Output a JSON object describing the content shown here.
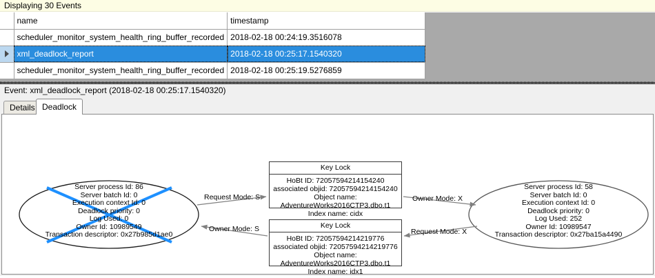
{
  "banner": {
    "text": "Displaying 30 Events"
  },
  "grid": {
    "columns": [
      "",
      "name",
      "timestamp"
    ],
    "rows": [
      {
        "selector": "",
        "name": "scheduler_monitor_system_health_ring_buffer_recorded",
        "timestamp": "2018-02-18 00:24:19.3516078",
        "selected": false
      },
      {
        "selector": "row-selector-arrow",
        "name": "xml_deadlock_report",
        "timestamp": "2018-02-18 00:25:17.1540320",
        "selected": true
      },
      {
        "selector": "",
        "name": "scheduler_monitor_system_health_ring_buffer_recorded",
        "timestamp": "2018-02-18 00:25:19.5276859",
        "selected": false
      }
    ]
  },
  "detail": {
    "event_title": "Event: xml_deadlock_report (2018-02-18 00:25:17.1540320)",
    "tabs": [
      {
        "label": "Details",
        "active": false
      },
      {
        "label": "Deadlock",
        "active": true
      }
    ]
  },
  "deadlock_graph": {
    "process_left": {
      "lines": [
        "Server process Id: 86",
        "Server batch Id: 0",
        "Execution context Id: 0",
        "Deadlock priority: 0",
        "Log Used: 0",
        "Owner Id: 10989549",
        "Transaction descriptor: 0x27b985d1ae0"
      ],
      "is_victim": true,
      "victim_cross_color": "#1e90ff"
    },
    "process_right": {
      "lines": [
        "Server process Id: 58",
        "Server batch Id: 0",
        "Execution context Id: 0",
        "Deadlock priority: 0",
        "Log Used: 252",
        "Owner Id: 10989547",
        "Transaction descriptor: 0x27ba15a4490"
      ],
      "is_victim": false
    },
    "lock_top": {
      "title": "Key Lock",
      "lines": [
        "HoBt ID: 72057594214154240",
        "associated objid: 72057594214154240",
        "Object name: AdventureWorks2016CTP3.dbo.t1",
        "Index name: cidx"
      ]
    },
    "lock_bottom": {
      "title": "Key Lock",
      "lines": [
        "HoBt ID: 72057594214219776",
        "associated objid: 72057594214219776",
        "Object name: AdventureWorks2016CTP3.dbo.t1",
        "Index name: idx1"
      ]
    },
    "edges": [
      {
        "label": "Request Mode: S",
        "from": "process_left",
        "to": "lock_top"
      },
      {
        "label": "Owner Mode: S",
        "from": "lock_bottom",
        "to": "process_left"
      },
      {
        "label": "Owner Mode: X",
        "from": "lock_top",
        "to": "process_right"
      },
      {
        "label": "Request Mode: X",
        "from": "process_right",
        "to": "lock_bottom"
      }
    ]
  }
}
